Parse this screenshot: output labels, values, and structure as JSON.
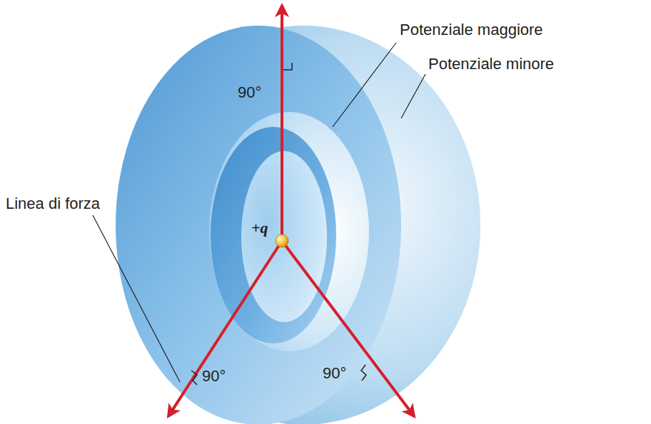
{
  "diagram": {
    "labels": [
      "Potenziale maggiore",
      "Potenziale minore",
      "+q",
      "90°",
      "Linea di forza",
      "90°",
      "90°"
    ]
  }
}
